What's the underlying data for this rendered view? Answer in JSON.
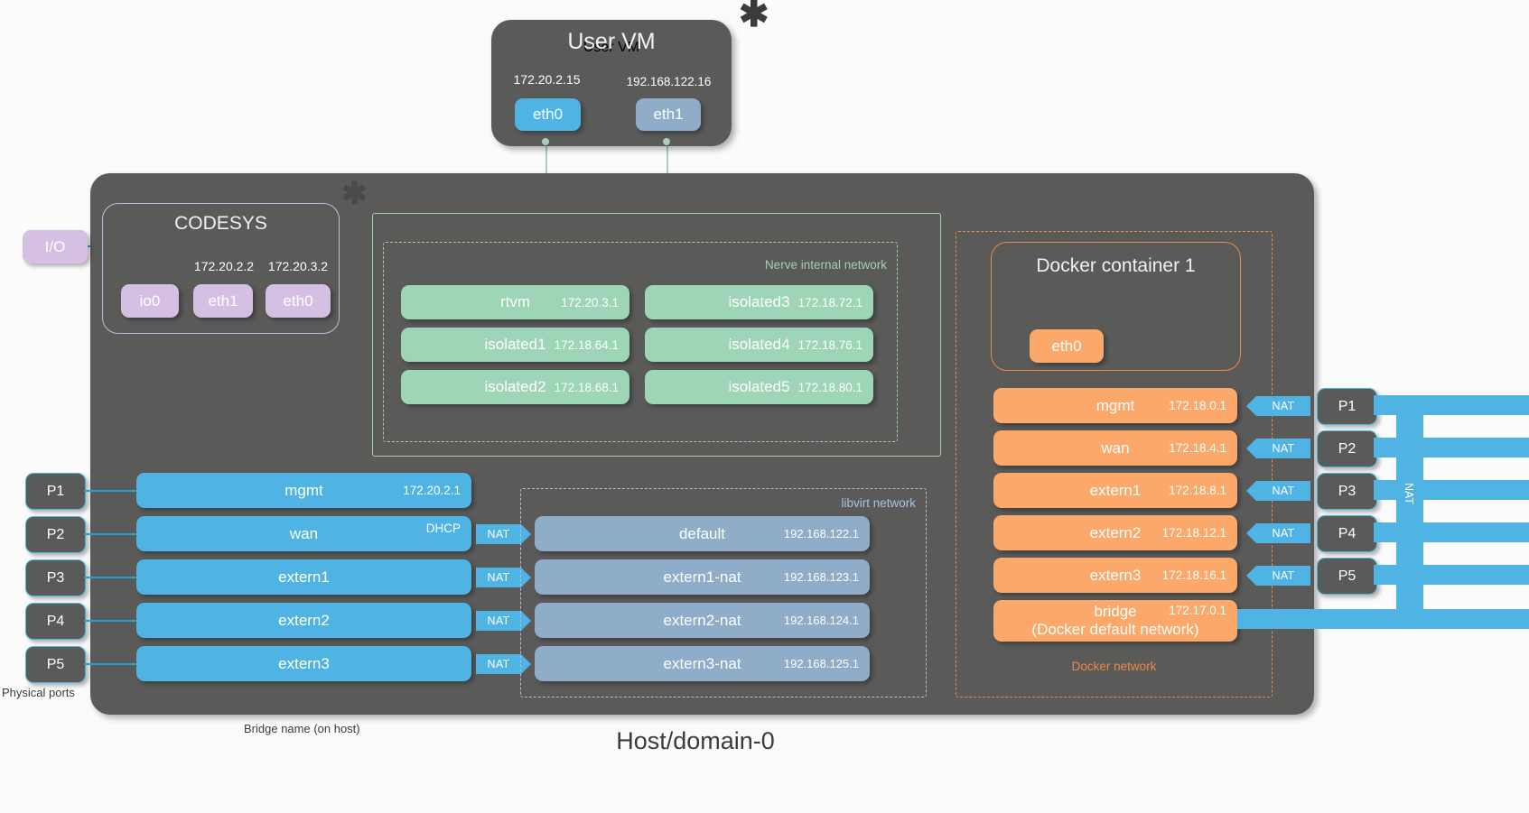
{
  "uservm": {
    "title": "User VM",
    "interfaces": [
      {
        "name": "eth0",
        "ip": "172.20.2.15"
      },
      {
        "name": "eth1",
        "ip": "192.168.122.16"
      }
    ]
  },
  "codesys": {
    "title": "CODESYS",
    "interfaces": [
      {
        "name": "io0",
        "ip": ""
      },
      {
        "name": "eth1",
        "ip": "172.20.2.2"
      },
      {
        "name": "eth0",
        "ip": "172.20.3.2"
      }
    ]
  },
  "io_box": {
    "label": "I/O"
  },
  "nerve_internal": {
    "caption": "Nerve internal network",
    "left": [
      {
        "name": "rtvm",
        "ip": "172.20.3.1"
      },
      {
        "name": "isolated1",
        "ip": "172.18.64.1"
      },
      {
        "name": "isolated2",
        "ip": "172.18.68.1"
      }
    ],
    "right": [
      {
        "name": "isolated3",
        "ip": "172.18.72.1"
      },
      {
        "name": "isolated4",
        "ip": "172.18.76.1"
      },
      {
        "name": "isolated5",
        "ip": "172.18.80.1"
      }
    ]
  },
  "host_bridges": [
    {
      "name": "mgmt",
      "ip": "172.20.2.1",
      "nat": ""
    },
    {
      "name": "wan",
      "ip": "DHCP",
      "nat": "NAT"
    },
    {
      "name": "extern1",
      "ip": "",
      "nat": "NAT"
    },
    {
      "name": "extern2",
      "ip": "",
      "nat": "NAT"
    },
    {
      "name": "extern3",
      "ip": "",
      "nat": "NAT"
    }
  ],
  "libvirt": {
    "caption": "libvirt network",
    "items": [
      {
        "name": "default",
        "ip": "192.168.122.1"
      },
      {
        "name": "extern1-nat",
        "ip": "192.168.123.1"
      },
      {
        "name": "extern2-nat",
        "ip": "192.168.124.1"
      },
      {
        "name": "extern3-nat",
        "ip": "192.168.125.1"
      }
    ]
  },
  "docker": {
    "caption": "Docker network",
    "container_title": "Docker container 1",
    "container_iface": "eth0",
    "networks": [
      {
        "name": "mgmt",
        "ip": "172.18.0.1",
        "nat": "NAT",
        "port": "P1"
      },
      {
        "name": "wan",
        "ip": "172.18.4.1",
        "nat": "NAT",
        "port": "P2"
      },
      {
        "name": "extern1",
        "ip": "172.18.8.1",
        "nat": "NAT",
        "port": "P3"
      },
      {
        "name": "extern2",
        "ip": "172.18.12.1",
        "nat": "NAT",
        "port": "P4"
      },
      {
        "name": "extern3",
        "ip": "172.18.16.1",
        "nat": "NAT",
        "port": "P5"
      }
    ],
    "bridge": {
      "name": "bridge",
      "sub": "(Docker default network)",
      "ip": "172.17.0.1"
    },
    "right_nat_label": "NAT"
  },
  "physical_ports": {
    "caption": "Physical ports",
    "ports": [
      "P1",
      "P2",
      "P3",
      "P4",
      "P5"
    ]
  },
  "captions": {
    "bridge_name": "Bridge name (on host)",
    "host": "Host/domain-0",
    "asterisk": "✱"
  },
  "colors": {
    "blue": "#4fb4e4",
    "bluegray": "#8fadc9",
    "green": "#9fd5b7",
    "orange": "#fca86a",
    "purple": "#d5bfe3",
    "dark": "#5a5a59"
  }
}
